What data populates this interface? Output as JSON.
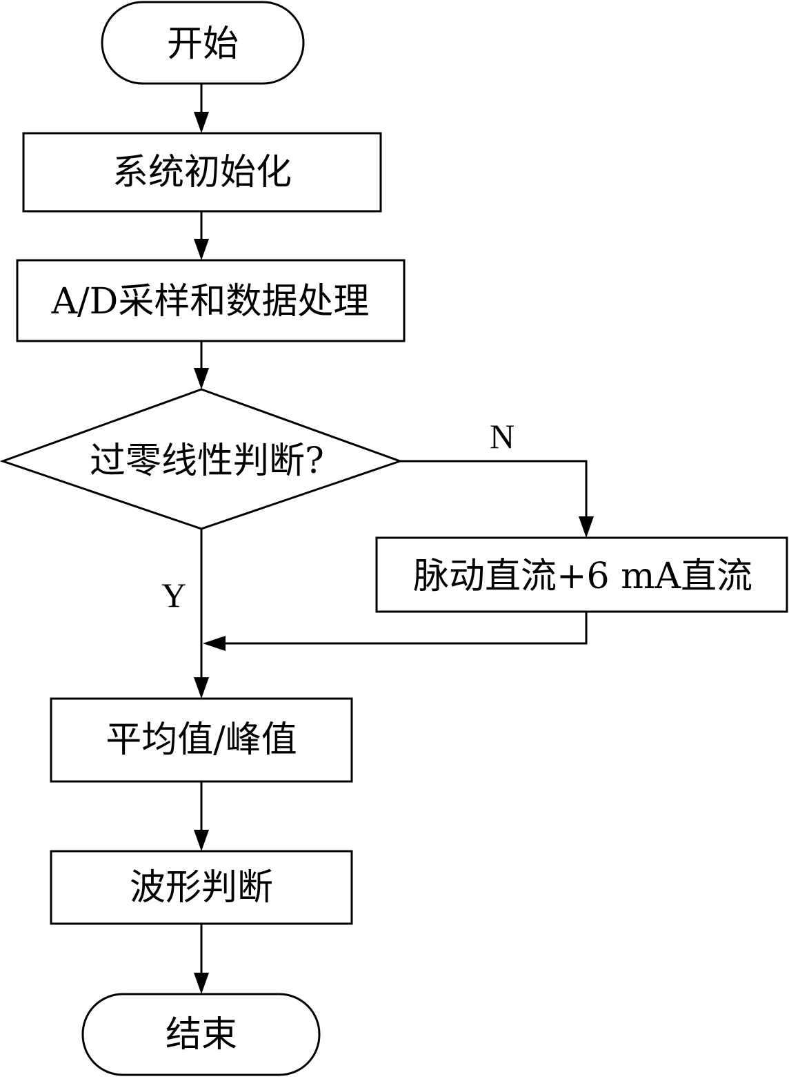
{
  "flowchart": {
    "start": "开始",
    "init": "系统初始化",
    "sampling": "A/D采样和数据处理",
    "decision": "过零线性判断?",
    "branch_no": "N",
    "branch_yes": "Y",
    "dc_process": "脉动直流+6 mA直流",
    "average_peak": "平均值/峰值",
    "waveform": "波形判断",
    "end": "结束"
  }
}
